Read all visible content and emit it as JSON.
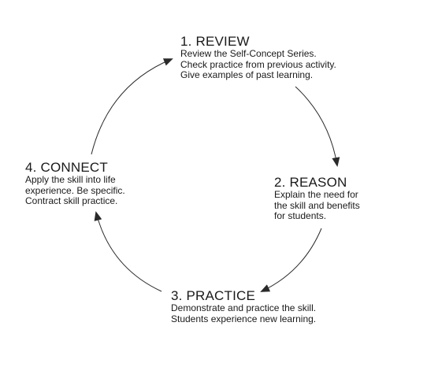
{
  "steps": [
    {
      "title": "1. REVIEW",
      "lines": [
        "Review the Self-Concept Series.",
        "Check practice from previous activity.",
        "Give examples of past learning."
      ]
    },
    {
      "title": "2. REASON",
      "lines": [
        "Explain the need for",
        "the skill and benefits",
        "for students."
      ]
    },
    {
      "title": "3. PRACTICE",
      "lines": [
        "Demonstrate and practice the skill.",
        "Students experience new learning."
      ]
    },
    {
      "title": "4. CONNECT",
      "lines": [
        "Apply the skill into life",
        "experience. Be specific.",
        "Contract skill practice."
      ]
    }
  ],
  "colors": {
    "text": "#1a1a1a",
    "arrow": "#2a2a2a",
    "background": "#ffffff"
  }
}
